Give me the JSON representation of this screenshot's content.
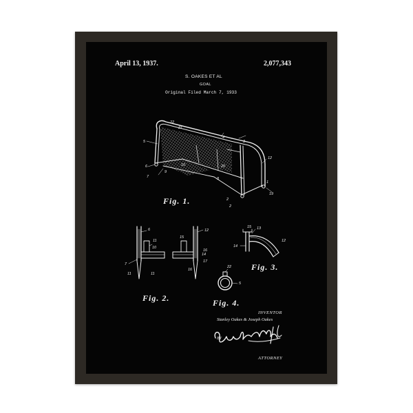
{
  "patent": {
    "date": "April 13, 1937.",
    "number": "2,077,343",
    "inventors_short": "S. OAKES ET AL",
    "title": "GOAL",
    "filed": "Original Filed March 7, 1933"
  },
  "figures": {
    "fig1": "Fig. 1.",
    "fig2": "Fig. 2.",
    "fig3": "Fig. 3.",
    "fig4": "Fig. 4."
  },
  "signature_block": {
    "inventor_label": "INVENTOR",
    "inventor_names": "Stanley Oakes & Joseph Oakes",
    "by_label": "BY",
    "attorney_label": "ATTORNEY"
  },
  "reference_numerals": {
    "fig1": [
      "22",
      "21",
      "5",
      "4",
      "3",
      "12",
      "20",
      "6",
      "7",
      "9",
      "10",
      "8",
      "2",
      "19",
      "1",
      "2"
    ],
    "fig2": [
      "6",
      "12",
      "11",
      "10",
      "15",
      "16",
      "14",
      "17",
      "7",
      "11"
    ],
    "fig3": [
      "15",
      "13",
      "14",
      "12"
    ],
    "fig4": [
      "22",
      "5"
    ]
  },
  "colors": {
    "frame": "#2d2924",
    "poster_background": "#050505",
    "ink": "#f0f0f0"
  },
  "icons": {
    "signature": "attorney-signature"
  }
}
